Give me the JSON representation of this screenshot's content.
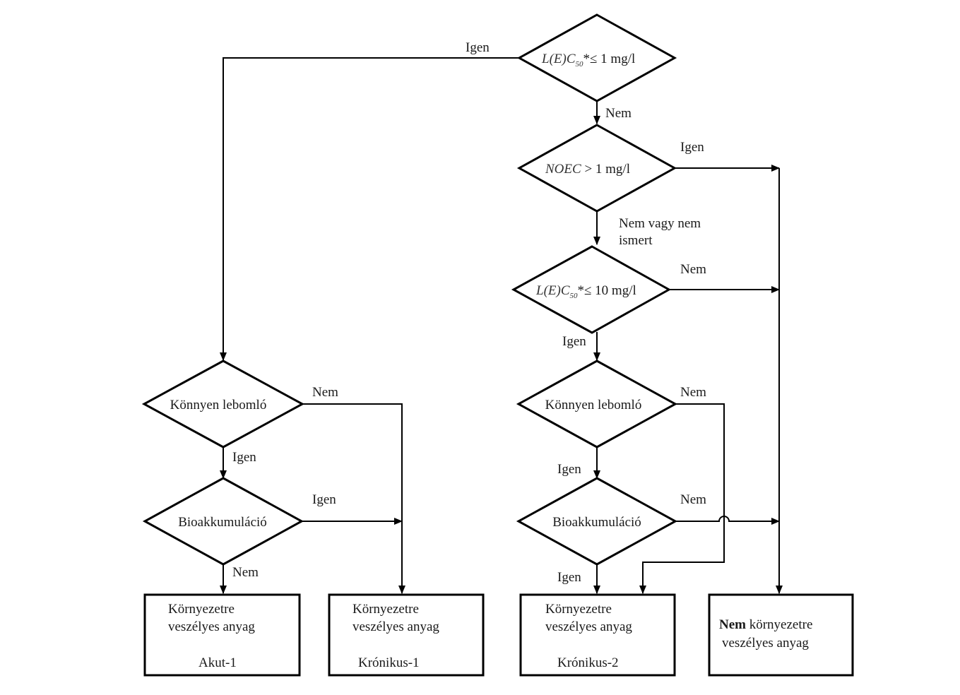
{
  "decisions": {
    "lc50_1": {
      "prefix": "L(E)C",
      "sub": "50",
      "suffix": "*≤  1 mg/l"
    },
    "noec": {
      "prefix": "NOEC",
      "suffix": " >  1 mg/l"
    },
    "lc50_10": {
      "prefix": "L(E)C",
      "sub": "50",
      "suffix": "*≤  10 mg/l"
    },
    "left_degrade": "Könnyen lebomló",
    "left_bioacc": "Bioakkumuláció",
    "right_degrade": "Könnyen lebomló",
    "right_bioacc": "Bioakkumuláció"
  },
  "edge_labels": {
    "top_igen": "Igen",
    "top_nem": "Nem",
    "noec_igen": "Igen",
    "noec_nem_line1": "Nem vagy nem",
    "noec_nem_line2": "ismert",
    "lc10_nem": "Nem",
    "lc10_igen": "Igen",
    "left_degrade_nem": "Nem",
    "left_degrade_igen": "Igen",
    "left_bioacc_igen": "Igen",
    "left_bioacc_nem": "Nem",
    "right_degrade_nem": "Nem",
    "right_degrade_igen": "Igen",
    "right_bioacc_nem": "Nem",
    "right_bioacc_igen": "Igen"
  },
  "outcomes": {
    "akut1": {
      "line1": "Környezetre",
      "line2": "veszélyes anyag",
      "category": "Akut-1"
    },
    "kronikus1": {
      "line1": "Környezetre",
      "line2": "veszélyes anyag",
      "category": "Krónikus-1"
    },
    "kronikus2": {
      "line1": "Környezetre",
      "line2": "veszélyes anyag",
      "category": "Krónikus-2"
    },
    "nem": {
      "bold": "Nem",
      "line1_rest": " környezetre",
      "line2": "veszélyes anyag"
    }
  }
}
